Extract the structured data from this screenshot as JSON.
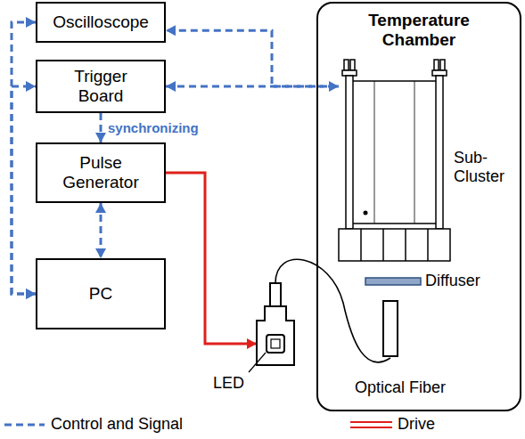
{
  "diagram": {
    "nodes": [
      {
        "text": [
          "Oscilloscope"
        ]
      },
      {
        "text": [
          "Trigger Board"
        ]
      },
      {
        "text": [
          "Pulse Generator"
        ]
      },
      {
        "text": [
          "PC"
        ]
      },
      {
        "text": [
          "Temperature Chamber"
        ]
      },
      {
        "text": [
          "Sub-Cluster"
        ],
        "in": 4
      },
      {
        "text": [
          "LED"
        ]
      }
    ],
    "edges": [
      {
        "from": 3,
        "to": 0,
        "arrow": "both"
      },
      {
        "from": 3,
        "to": 1,
        "arrow": "both"
      },
      {
        "from": 1,
        "to": 2,
        "arrow": "to",
        "label": "synchronizing"
      },
      {
        "from": 2,
        "to": 3,
        "arrow": "both"
      },
      {
        "from": 5,
        "to": 0,
        "arrow": "to"
      },
      {
        "from": 1,
        "to": 5,
        "arrow": "both"
      },
      {
        "from": 2,
        "to": 6,
        "arrow": "to"
      }
    ],
    "labels": [
      "Diffuser",
      "Optical Fiber"
    ],
    "legend": [
      {
        "text": "Control and Signal"
      },
      {
        "text": "Drive"
      }
    ]
  }
}
